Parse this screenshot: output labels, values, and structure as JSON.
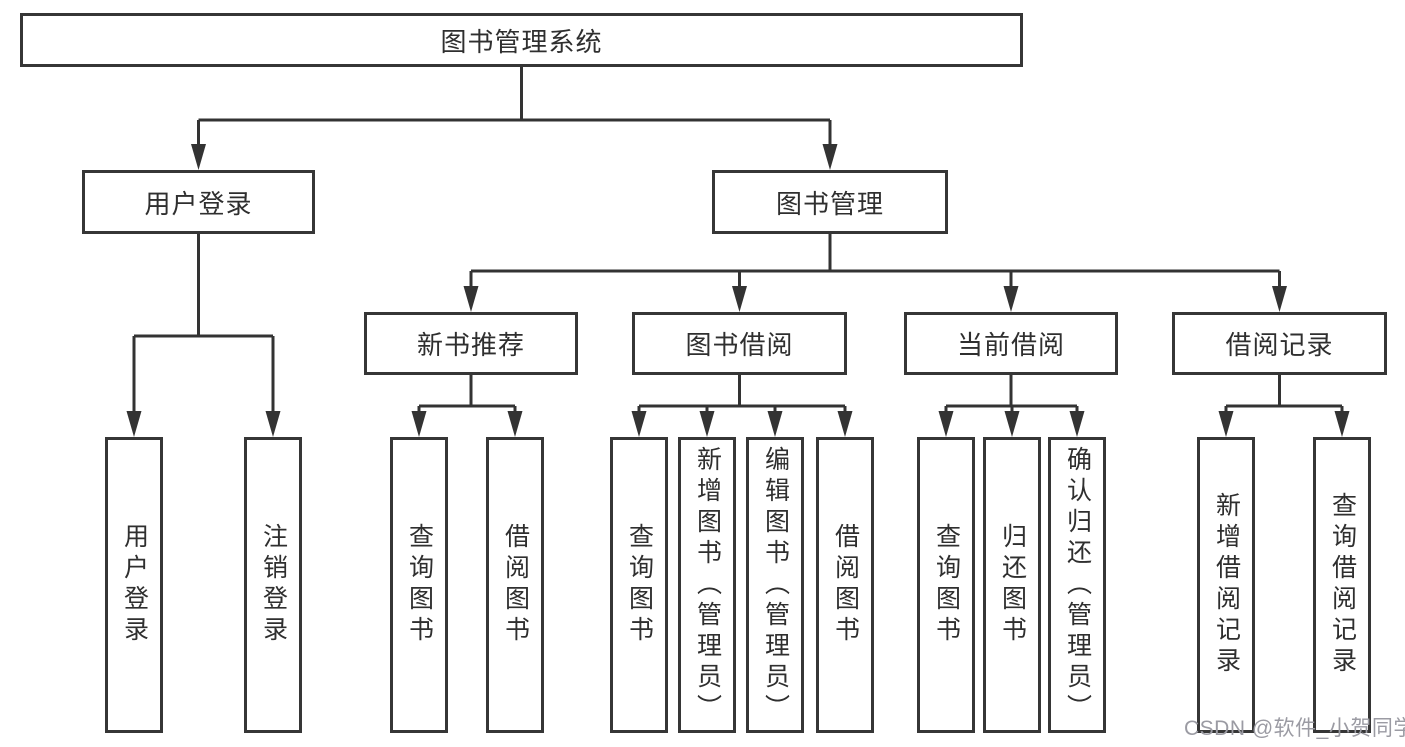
{
  "diagram_title": "图书管理系统",
  "tree": {
    "label": "图书管理系统",
    "children": [
      {
        "label": "用户登录",
        "children": [
          {
            "label": "用户登录"
          },
          {
            "label": "注销登录"
          }
        ]
      },
      {
        "label": "图书管理",
        "children": [
          {
            "label": "新书推荐",
            "children": [
              {
                "label": "查询图书"
              },
              {
                "label": "借阅图书"
              }
            ]
          },
          {
            "label": "图书借阅",
            "children": [
              {
                "label": "查询图书"
              },
              {
                "label": "新增图书（管理员）"
              },
              {
                "label": "编辑图书（管理员）"
              },
              {
                "label": "借阅图书"
              }
            ]
          },
          {
            "label": "当前借阅",
            "children": [
              {
                "label": "查询图书"
              },
              {
                "label": "归还图书"
              },
              {
                "label": "确认归还（管理员）"
              }
            ]
          },
          {
            "label": "借阅记录",
            "children": [
              {
                "label": "新增借阅记录"
              },
              {
                "label": "查询借阅记录"
              }
            ]
          }
        ]
      }
    ]
  },
  "watermark": "CSDN @软件_小贺同学",
  "colors": {
    "line": "#333333",
    "box_border": "#363636",
    "box_background": "#ffffff",
    "text": "#2f2f2f",
    "page_background": "#ffffff",
    "watermark": "#9b9ba3"
  }
}
